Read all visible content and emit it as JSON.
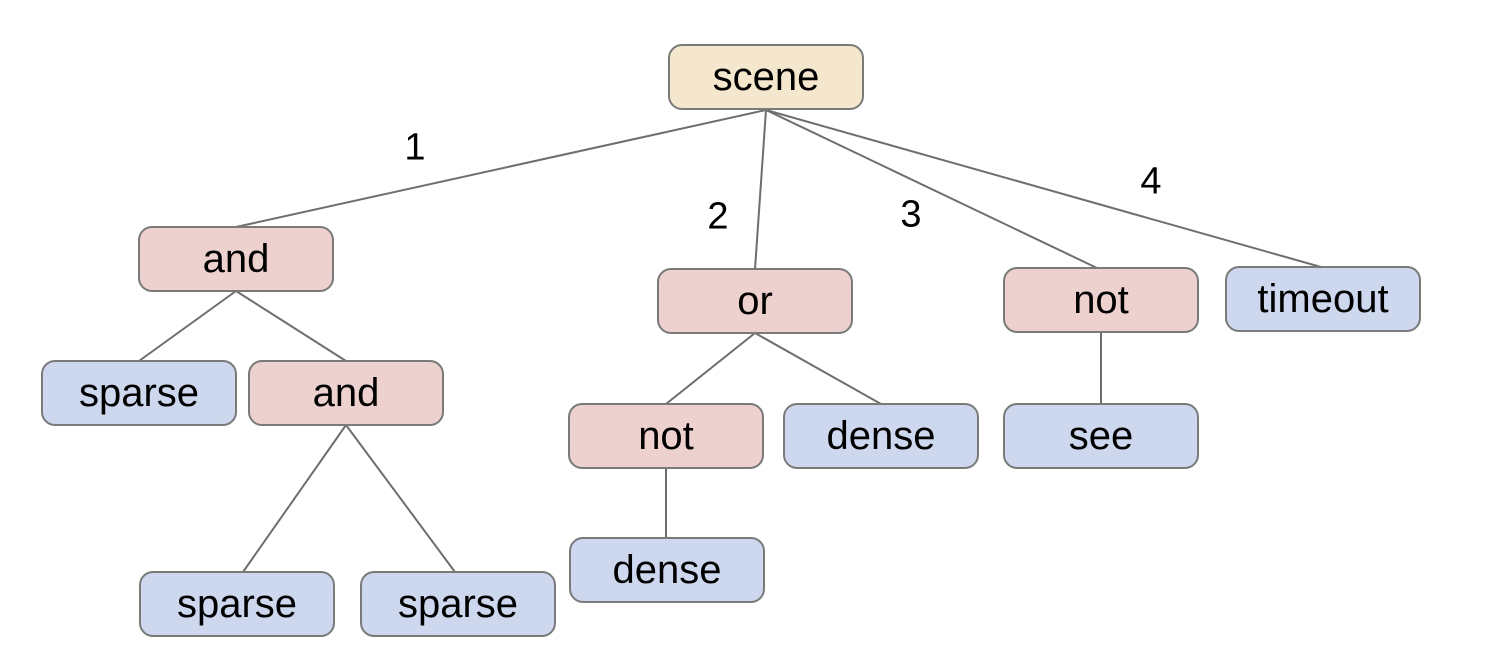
{
  "colors": {
    "background": "#ffffff",
    "root_fill": "#f5e7cd",
    "operator_fill": "#ecd1cf",
    "leaf_fill": "#cdd8ef",
    "node_border": "#7a7a7a",
    "edge_line": "#6e6e6e",
    "text": "#000000"
  },
  "nodes": [
    {
      "id": "scene",
      "label": "scene",
      "kind": "root"
    },
    {
      "id": "and-1",
      "label": "and",
      "kind": "operator"
    },
    {
      "id": "or-1",
      "label": "or",
      "kind": "operator"
    },
    {
      "id": "not-1",
      "label": "not",
      "kind": "operator"
    },
    {
      "id": "timeout-1",
      "label": "timeout",
      "kind": "leaf"
    },
    {
      "id": "sparse-1",
      "label": "sparse",
      "kind": "leaf"
    },
    {
      "id": "and-2",
      "label": "and",
      "kind": "operator"
    },
    {
      "id": "not-2",
      "label": "not",
      "kind": "operator"
    },
    {
      "id": "dense-1",
      "label": "dense",
      "kind": "leaf"
    },
    {
      "id": "see-1",
      "label": "see",
      "kind": "leaf"
    },
    {
      "id": "sparse-2",
      "label": "sparse",
      "kind": "leaf"
    },
    {
      "id": "sparse-3",
      "label": "sparse",
      "kind": "leaf"
    },
    {
      "id": "dense-2",
      "label": "dense",
      "kind": "leaf"
    }
  ],
  "edges": [
    {
      "from": "scene",
      "to": "and-1",
      "label": "1"
    },
    {
      "from": "scene",
      "to": "or-1",
      "label": "2"
    },
    {
      "from": "scene",
      "to": "not-1",
      "label": "3"
    },
    {
      "from": "scene",
      "to": "timeout-1",
      "label": "4"
    },
    {
      "from": "and-1",
      "to": "sparse-1",
      "label": ""
    },
    {
      "from": "and-1",
      "to": "and-2",
      "label": ""
    },
    {
      "from": "and-2",
      "to": "sparse-2",
      "label": ""
    },
    {
      "from": "and-2",
      "to": "sparse-3",
      "label": ""
    },
    {
      "from": "or-1",
      "to": "not-2",
      "label": ""
    },
    {
      "from": "or-1",
      "to": "dense-1",
      "label": ""
    },
    {
      "from": "not-2",
      "to": "dense-2",
      "label": ""
    },
    {
      "from": "not-1",
      "to": "see-1",
      "label": ""
    }
  ]
}
